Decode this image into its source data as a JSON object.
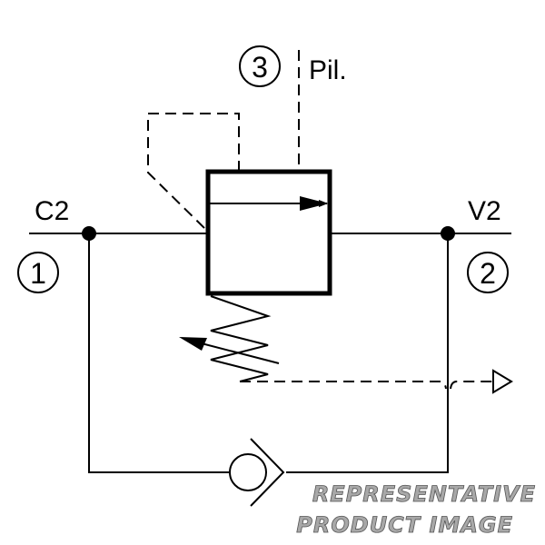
{
  "diagram": {
    "type": "hydraulic-schematic",
    "description": "Pilot-operated valve with spring, pilot line, drain and bypass check valve",
    "ports": [
      {
        "number": "1",
        "name": "C2"
      },
      {
        "number": "2",
        "name": "V2"
      },
      {
        "number": "3",
        "name": "Pil."
      }
    ],
    "watermark": {
      "line1": "REPRESENTATIVE",
      "line2": "PRODUCT IMAGE"
    },
    "colors": {
      "line": "#000000",
      "watermark_fill": "#a8a8a8",
      "watermark_stroke": "#555555"
    }
  }
}
